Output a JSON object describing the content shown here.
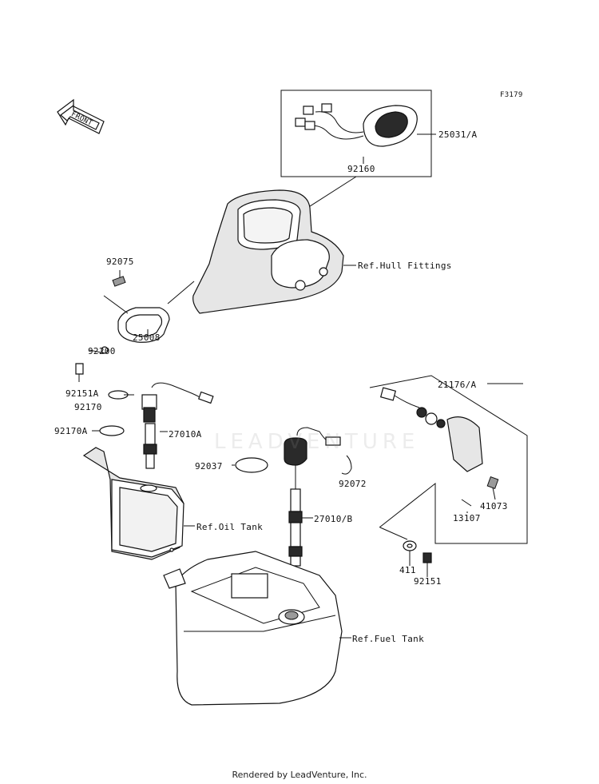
{
  "figure_code": "F3179",
  "front_label": "FRONT",
  "watermark": "LEADVENTURE",
  "footer": "Rendered by LeadVenture, Inc.",
  "parts": {
    "p25031": "25031/A",
    "p92160": "92160",
    "p_hull": "Ref.Hull Fittings",
    "p92075": "92075",
    "p25008": "25008",
    "p92200": "92200",
    "p92151a": "92151A",
    "p92170": "92170",
    "p92170a": "92170A",
    "p27010a": "27010A",
    "p21176": "21176/A",
    "p92037": "92037",
    "p92072": "92072",
    "p_oil": "Ref.Oil Tank",
    "p27010b": "27010/B",
    "p41073": "41073",
    "p13107": "13107",
    "p411": "411",
    "p92151": "92151",
    "p_fuel": "Ref.Fuel Tank"
  }
}
